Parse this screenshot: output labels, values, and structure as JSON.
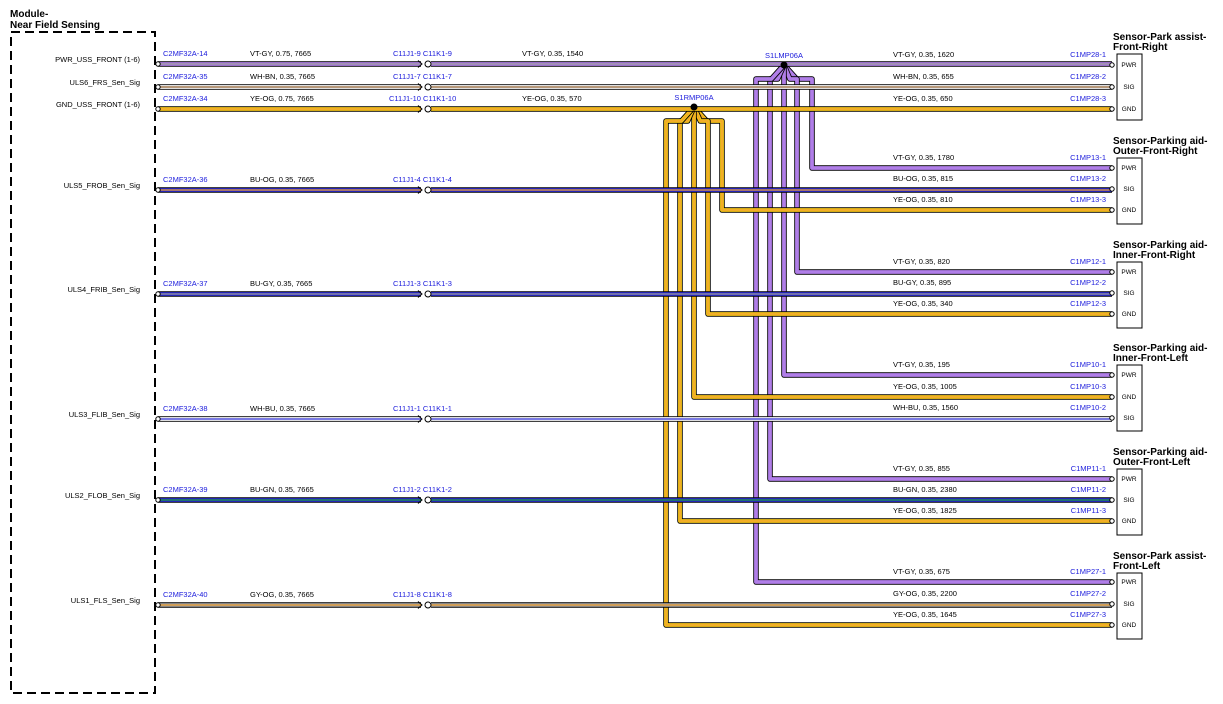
{
  "module": {
    "title_line1": "Module-",
    "title_line2": "Near Field Sensing"
  },
  "colors": {
    "VT": "#b07ee8",
    "YE": "#f5c518",
    "OG": "#f0a030",
    "BU": "#2a2ad0",
    "WH": "#ffffff",
    "BN": "#8b5a2b",
    "GN": "#1a9a3a",
    "GY": "#9a9a9a",
    "outline": "#000000"
  },
  "splices": {
    "pwr": {
      "label": "S1LMP06A"
    },
    "gnd": {
      "label": "S1RMP06A"
    }
  },
  "main_wires": [
    {
      "signal": "PWR_USS_FRONT (1-6)",
      "mod_conn": "C2MF32A-14",
      "wire1": "VT-GY,  0.75,  7665",
      "inline": "C11J1-9  C11K1-9",
      "wire2": "VT-GY,  0.35,  1540",
      "c1": "VT",
      "c2": "GY"
    },
    {
      "signal": "ULS6_FRS_Sen_Sig",
      "mod_conn": "C2MF32A-35",
      "wire1": "WH-BN,  0.35,  7665",
      "inline": "C11J1-7  C11K1-7",
      "wire2": "",
      "c1": "WH",
      "c2": "BN"
    },
    {
      "signal": "GND_USS_FRONT (1-6)",
      "mod_conn": "C2MF32A-34",
      "wire1": "YE-OG,  0.75,  7665",
      "inline": "C11J1-10  C11K1-10",
      "wire2": "YE-OG,  0.35,  570",
      "c1": "YE",
      "c2": "OG"
    },
    {
      "signal": "ULS5_FROB_Sen_Sig",
      "mod_conn": "C2MF32A-36",
      "wire1": "BU-OG,  0.35,  7665",
      "inline": "C11J1-4  C11K1-4",
      "wire2": "",
      "c1": "BU",
      "c2": "OG"
    },
    {
      "signal": "ULS4_FRIB_Sen_Sig",
      "mod_conn": "C2MF32A-37",
      "wire1": "BU-GY,  0.35,  7665",
      "inline": "C11J1-3  C11K1-3",
      "wire2": "",
      "c1": "BU",
      "c2": "GY"
    },
    {
      "signal": "ULS3_FLIB_Sen_Sig",
      "mod_conn": "C2MF32A-38",
      "wire1": "WH-BU,  0.35,  7665",
      "inline": "C11J1-1  C11K1-1",
      "wire2": "",
      "c1": "WH",
      "c2": "BU"
    },
    {
      "signal": "ULS2_FLOB_Sen_Sig",
      "mod_conn": "C2MF32A-39",
      "wire1": "BU-GN,  0.35,  7665",
      "inline": "C11J1-2  C11K1-2",
      "wire2": "",
      "c1": "BU",
      "c2": "GN"
    },
    {
      "signal": "ULS1_FLS_Sen_Sig",
      "mod_conn": "C2MF32A-40",
      "wire1": "GY-OG,  0.35,  7665",
      "inline": "C11J1-8  C11K1-8",
      "wire2": "",
      "c1": "GY",
      "c2": "OG"
    }
  ],
  "sensors": [
    {
      "title1": "Sensor-Park assist-",
      "title2": "Front-Right",
      "pins": [
        {
          "label": "PWR",
          "conn": "C1MP28-1",
          "wire": "VT-GY,  0.35,  1620",
          "c1": "VT",
          "c2": "VT"
        },
        {
          "label": "SIG",
          "conn": "C1MP28-2",
          "wire": "WH-BN,  0.35,  655",
          "c1": "WH",
          "c2": "BN"
        },
        {
          "label": "GND",
          "conn": "C1MP28-3",
          "wire": "YE-OG,  0.35,  650",
          "c1": "YE",
          "c2": "OG"
        }
      ]
    },
    {
      "title1": "Sensor-Parking aid-",
      "title2": "Outer-Front-Right",
      "pins": [
        {
          "label": "PWR",
          "conn": "C1MP13-1",
          "wire": "VT-GY,  0.35,  1780",
          "c1": "VT",
          "c2": "VT"
        },
        {
          "label": "SIG",
          "conn": "C1MP13-2",
          "wire": "BU-OG,  0.35,  815",
          "c1": "BU",
          "c2": "OG"
        },
        {
          "label": "GND",
          "conn": "C1MP13-3",
          "wire": "YE-OG,  0.35,  810",
          "c1": "YE",
          "c2": "OG"
        }
      ]
    },
    {
      "title1": "Sensor-Parking aid-",
      "title2": "Inner-Front-Right",
      "pins": [
        {
          "label": "PWR",
          "conn": "C1MP12-1",
          "wire": "VT-GY,  0.35,  820",
          "c1": "VT",
          "c2": "VT"
        },
        {
          "label": "SIG",
          "conn": "C1MP12-2",
          "wire": "BU-GY,  0.35,  895",
          "c1": "BU",
          "c2": "GY"
        },
        {
          "label": "GND",
          "conn": "C1MP12-3",
          "wire": "YE-OG,  0.35,  340",
          "c1": "YE",
          "c2": "OG"
        }
      ]
    },
    {
      "title1": "Sensor-Parking aid-",
      "title2": "Inner-Front-Left",
      "pins": [
        {
          "label": "PWR",
          "conn": "C1MP10-1",
          "wire": "VT-GY,  0.35,  195",
          "c1": "VT",
          "c2": "VT"
        },
        {
          "label": "GND",
          "conn": "C1MP10-3",
          "wire": "YE-OG,  0.35,  1005",
          "c1": "YE",
          "c2": "OG"
        },
        {
          "label": "SIG",
          "conn": "C1MP10-2",
          "wire": "WH-BU,  0.35,  1560",
          "c1": "WH",
          "c2": "BU"
        }
      ]
    },
    {
      "title1": "Sensor-Parking aid-",
      "title2": "Outer-Front-Left",
      "pins": [
        {
          "label": "PWR",
          "conn": "C1MP11-1",
          "wire": "VT-GY,  0.35,  855",
          "c1": "VT",
          "c2": "VT"
        },
        {
          "label": "SIG",
          "conn": "C1MP11-2",
          "wire": "BU-GN,  0.35,  2380",
          "c1": "BU",
          "c2": "GN"
        },
        {
          "label": "GND",
          "conn": "C1MP11-3",
          "wire": "YE-OG,  0.35,  1825",
          "c1": "YE",
          "c2": "OG"
        }
      ]
    },
    {
      "title1": "Sensor-Park assist-",
      "title2": "Front-Left",
      "pins": [
        {
          "label": "PWR",
          "conn": "C1MP27-1",
          "wire": "VT-GY,  0.35,  675",
          "c1": "VT",
          "c2": "VT"
        },
        {
          "label": "SIG",
          "conn": "C1MP27-2",
          "wire": "GY-OG,  0.35,  2200",
          "c1": "GY",
          "c2": "OG"
        },
        {
          "label": "GND",
          "conn": "C1MP27-3",
          "wire": "YE-OG,  0.35,  1645",
          "c1": "YE",
          "c2": "OG"
        }
      ]
    }
  ]
}
